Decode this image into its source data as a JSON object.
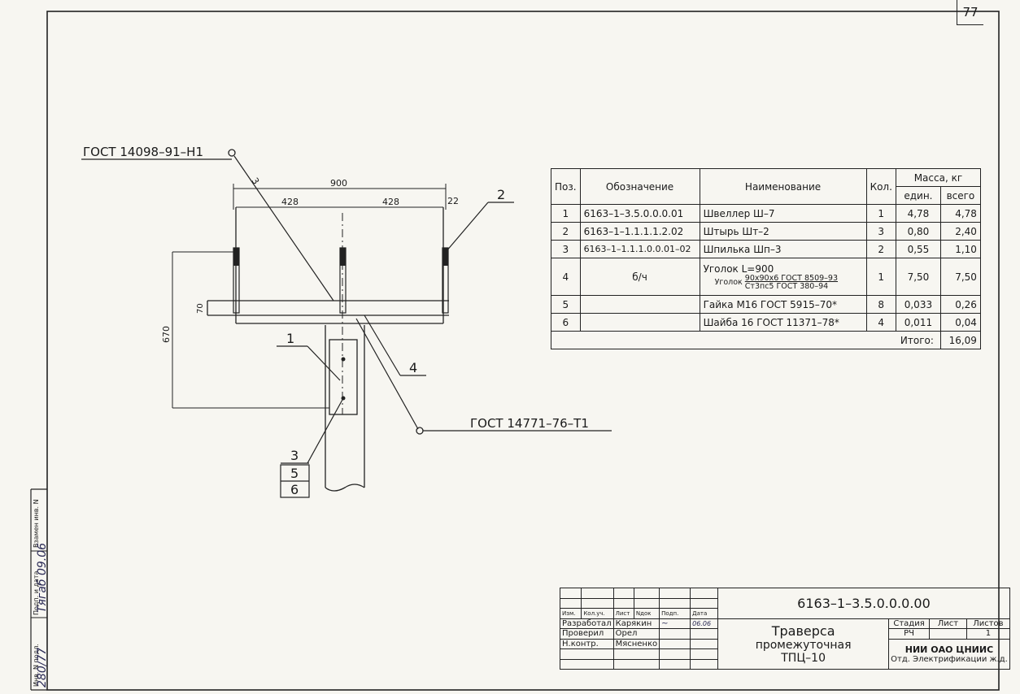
{
  "page_number": "77",
  "drawing": {
    "gost_top": "ГОСТ 14098–91–Н1",
    "gost_bottom": "ГОСТ 14771–76–Т1",
    "dim_total": "900",
    "dim_left": "428",
    "dim_right": "428",
    "dim_edge": "22",
    "dim_height": "670",
    "dim_70": "70",
    "callout_1": "1",
    "callout_2": "2",
    "callout_3": "3",
    "callout_3b": "3",
    "callout_4": "4",
    "callout_5": "5",
    "callout_6": "6"
  },
  "spec_table": {
    "headers": {
      "pos": "Поз.",
      "designation": "Обозначение",
      "name": "Наименование",
      "qty": "Кол.",
      "mass": "Масса, кг",
      "unit": "един.",
      "total": "всего"
    },
    "rows": [
      {
        "pos": "1",
        "designation": "6163–1–3.5.0.0.0.01",
        "name": "Швеллер Ш–7",
        "qty": "1",
        "unit": "4,78",
        "total": "4,78"
      },
      {
        "pos": "2",
        "designation": "6163–1–1.1.1.1.2.02",
        "name": "Штырь Шт–2",
        "qty": "3",
        "unit": "0,80",
        "total": "2,40"
      },
      {
        "pos": "3",
        "designation": "6163–1–1.1.1.0.0.01–02",
        "name": "Шпилька Шп–3",
        "qty": "2",
        "unit": "0,55",
        "total": "1,10"
      },
      {
        "pos": "4",
        "designation": "б/ч",
        "name": "Уголок L=900",
        "name_sub_label": "Уголок",
        "name_sub_top": "90х90х6  ГОСТ 8509–93",
        "name_sub_bottom": "Ст3пс5  ГОСТ 380–94",
        "qty": "1",
        "unit": "7,50",
        "total": "7,50"
      },
      {
        "pos": "5",
        "designation": "",
        "name": "Гайка М16  ГОСТ 5915–70*",
        "qty": "8",
        "unit": "0,033",
        "total": "0,26"
      },
      {
        "pos": "6",
        "designation": "",
        "name": "Шайба 16  ГОСТ 11371–78*",
        "qty": "4",
        "unit": "0,011",
        "total": "0,04"
      }
    ],
    "total_label": "Итого:",
    "total_value": "16,09"
  },
  "title_block": {
    "doc_number": "6163–1–3.5.0.0.0.00",
    "col_izm": "Изм.",
    "col_koluch": "Кол.уч.",
    "col_list": "Лист",
    "col_ndok": "Nдок",
    "col_podp": "Подп.",
    "col_data": "Дата",
    "role_1": "Разработал",
    "name_1": "Карякин",
    "date_1": "06.06",
    "role_2": "Проверил",
    "name_2": "Орел",
    "role_3": "Н.контр.",
    "name_3": "Мясненко",
    "title_line1": "Траверса",
    "title_line2": "промежуточная",
    "title_line3": "ТПЦ–10",
    "stage_label": "Стадия",
    "sheet_label": "Лист",
    "sheets_label": "Листов",
    "stage_value": "РЧ",
    "sheets_value": "1",
    "org_line1": "НИИ ОАО ЦНИИС",
    "org_line2": "Отд. Электрификации ж.д."
  },
  "side_stamp": {
    "inv_podl": "Инв. N подл.",
    "podp_data": "Подп. и дата",
    "vzam": "Взамен инв. N",
    "hand_inv": "280/77",
    "hand_date": "Тягаб 09.06"
  }
}
